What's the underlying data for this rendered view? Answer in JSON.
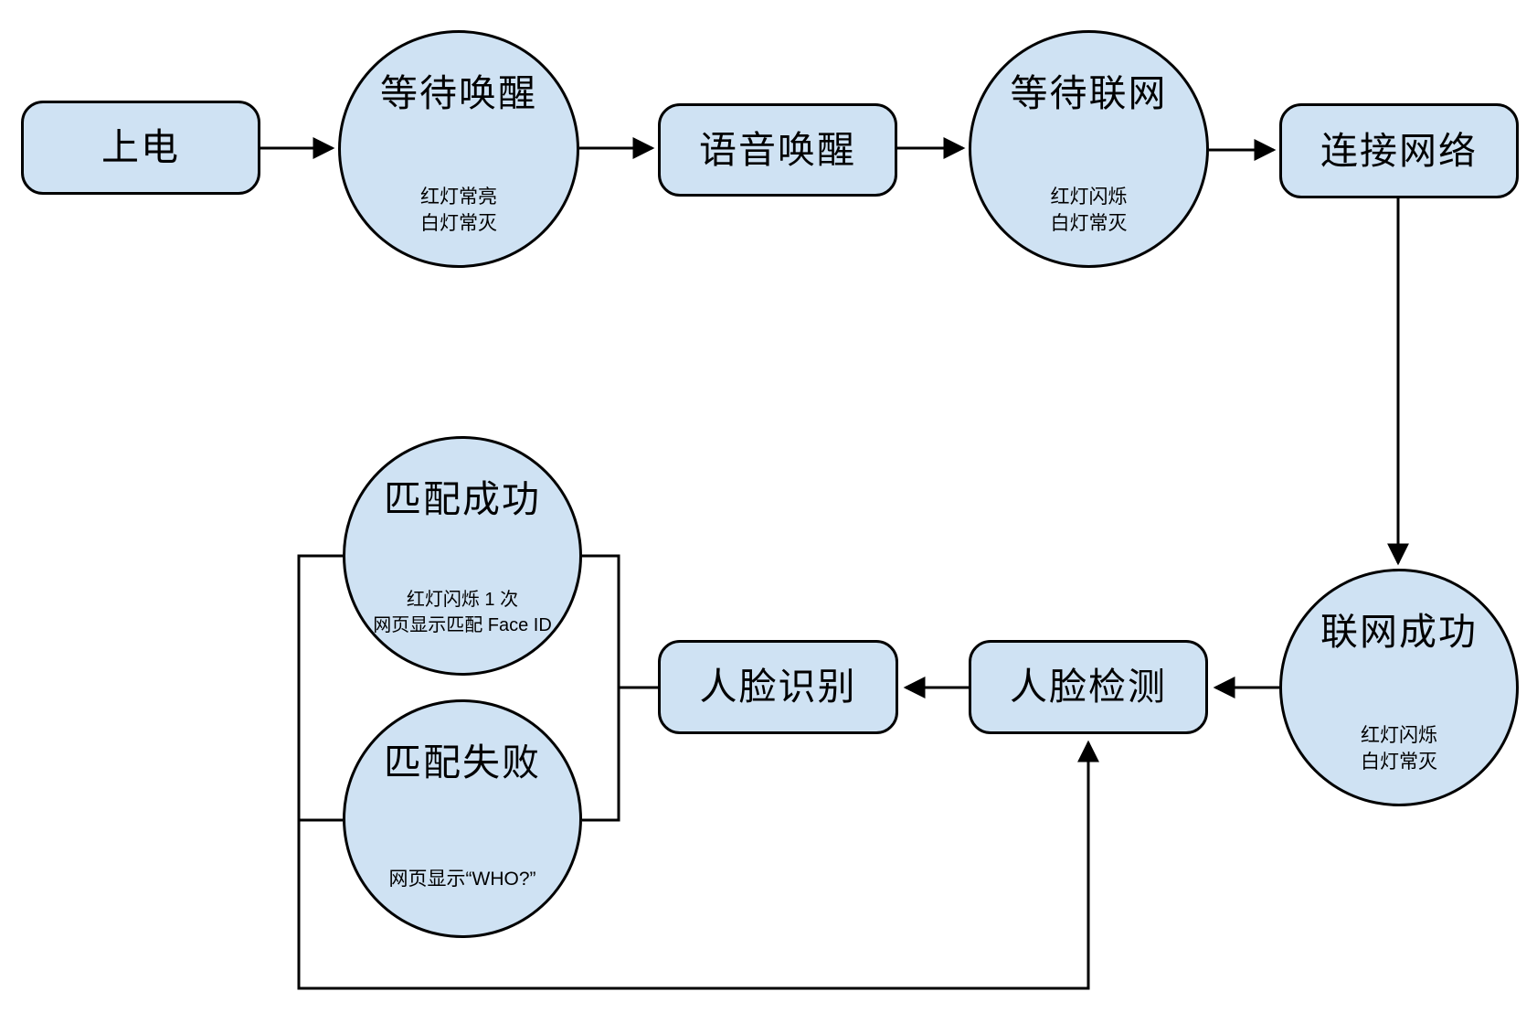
{
  "diagram": {
    "background_color": "#ffffff",
    "node_fill_color": "#cfe2f3",
    "node_border_color": "#000000",
    "connector_color": "#000000",
    "nodes": {
      "power_on": {
        "shape": "rounded-rect",
        "label": "上电"
      },
      "wait_wake": {
        "shape": "circle",
        "label": "等待唤醒",
        "note1": "红灯常亮",
        "note2": "白灯常灭"
      },
      "voice_wake": {
        "shape": "rounded-rect",
        "label": "语音唤醒"
      },
      "wait_network": {
        "shape": "circle",
        "label": "等待联网",
        "note1": "红灯闪烁",
        "note2": "白灯常灭"
      },
      "connect_network": {
        "shape": "rounded-rect",
        "label": "连接网络"
      },
      "network_success": {
        "shape": "circle",
        "label": "联网成功",
        "note1": "红灯闪烁",
        "note2": "白灯常灭"
      },
      "face_detect": {
        "shape": "rounded-rect",
        "label": "人脸检测"
      },
      "face_recognize": {
        "shape": "rounded-rect",
        "label": "人脸识别"
      },
      "match_success": {
        "shape": "circle",
        "label": "匹配成功",
        "note1": "红灯闪烁 1 次",
        "note2": "网页显示匹配 Face ID"
      },
      "match_fail": {
        "shape": "circle",
        "label": "匹配失败",
        "note1": "网页显示“WHO?”"
      }
    },
    "edges": [
      "power_on -> wait_wake",
      "wait_wake -> voice_wake",
      "voice_wake -> wait_network",
      "wait_network -> connect_network",
      "connect_network -> network_success",
      "network_success -> face_detect",
      "face_detect -> face_recognize",
      "face_recognize -> match_success",
      "face_recognize -> match_fail",
      "match_success -> face_detect",
      "match_fail -> face_detect"
    ]
  }
}
